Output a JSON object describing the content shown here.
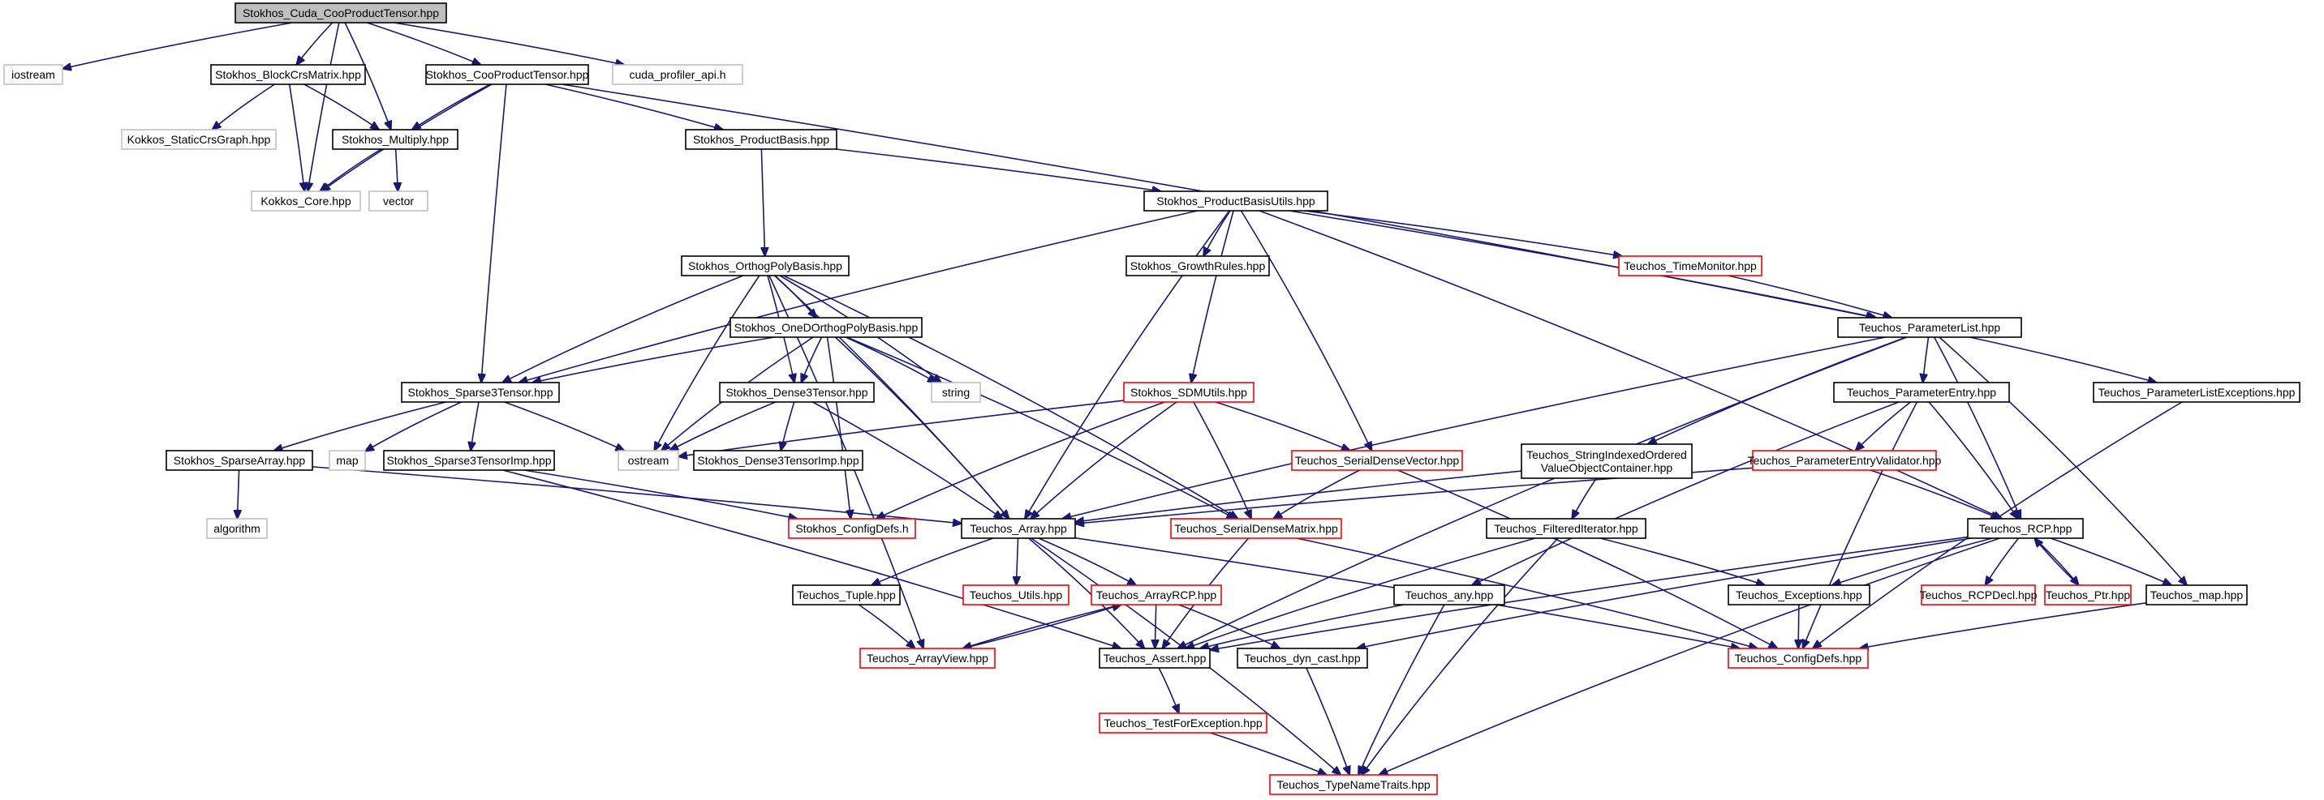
{
  "colors": {
    "edge": "#191970",
    "root_fill": "#bfbfbf",
    "border_documented": "#000000",
    "border_truncated": "#ff0000",
    "border_external": "#bfbfbf"
  },
  "nodes": [
    {
      "id": "root",
      "label": "Stokhos_Cuda_CooProductTensor.hpp",
      "kind": "root"
    },
    {
      "id": "iostream",
      "label": "iostream",
      "kind": "external"
    },
    {
      "id": "blockcrs",
      "label": "Stokhos_BlockCrsMatrix.hpp",
      "kind": "documented"
    },
    {
      "id": "cooprod",
      "label": "Stokhos_CooProductTensor.hpp",
      "kind": "documented"
    },
    {
      "id": "cudaprof",
      "label": "cuda_profiler_api.h",
      "kind": "external"
    },
    {
      "id": "staticcrs",
      "label": "Kokkos_StaticCrsGraph.hpp",
      "kind": "external"
    },
    {
      "id": "multiply",
      "label": "Stokhos_Multiply.hpp",
      "kind": "documented"
    },
    {
      "id": "kcore",
      "label": "Kokkos_Core.hpp",
      "kind": "external"
    },
    {
      "id": "vector",
      "label": "vector",
      "kind": "external"
    },
    {
      "id": "prodbasis",
      "label": "Stokhos_ProductBasis.hpp",
      "kind": "documented"
    },
    {
      "id": "pbutils",
      "label": "Stokhos_ProductBasisUtils.hpp",
      "kind": "documented"
    },
    {
      "id": "orthopoly",
      "label": "Stokhos_OrthogPolyBasis.hpp",
      "kind": "documented"
    },
    {
      "id": "growth",
      "label": "Stokhos_GrowthRules.hpp",
      "kind": "documented"
    },
    {
      "id": "timemon",
      "label": "Teuchos_TimeMonitor.hpp",
      "kind": "truncated"
    },
    {
      "id": "paramlist",
      "label": "Teuchos_ParameterList.hpp",
      "kind": "documented"
    },
    {
      "id": "onedortho",
      "label": "Stokhos_OneDOrthogPolyBasis.hpp",
      "kind": "documented"
    },
    {
      "id": "sparse3",
      "label": "Stokhos_Sparse3Tensor.hpp",
      "kind": "documented"
    },
    {
      "id": "dense3",
      "label": "Stokhos_Dense3Tensor.hpp",
      "kind": "documented"
    },
    {
      "id": "string",
      "label": "string",
      "kind": "external"
    },
    {
      "id": "sdmutils",
      "label": "Stokhos_SDMUtils.hpp",
      "kind": "truncated"
    },
    {
      "id": "paramentry",
      "label": "Teuchos_ParameterEntry.hpp",
      "kind": "documented"
    },
    {
      "id": "plexc",
      "label": "Teuchos_ParameterListExceptions.hpp",
      "kind": "documented"
    },
    {
      "id": "sparsearray",
      "label": "Stokhos_SparseArray.hpp",
      "kind": "documented"
    },
    {
      "id": "map",
      "label": "map",
      "kind": "external"
    },
    {
      "id": "sparse3imp",
      "label": "Stokhos_Sparse3TensorImp.hpp",
      "kind": "documented"
    },
    {
      "id": "ostream",
      "label": "ostream",
      "kind": "external"
    },
    {
      "id": "dense3imp",
      "label": "Stokhos_Dense3TensorImp.hpp",
      "kind": "documented"
    },
    {
      "id": "sdvector",
      "label": "Teuchos_SerialDenseVector.hpp",
      "kind": "truncated"
    },
    {
      "id": "stridx",
      "label": "Teuchos_StringIndexedOrdered\nValueObjectContainer.hpp",
      "kind": "documented"
    },
    {
      "id": "pevalid",
      "label": "Teuchos_ParameterEntryValidator.hpp",
      "kind": "truncated"
    },
    {
      "id": "algorithm",
      "label": "algorithm",
      "kind": "external"
    },
    {
      "id": "sconfig",
      "label": "Stokhos_ConfigDefs.h",
      "kind": "truncated"
    },
    {
      "id": "tarray",
      "label": "Teuchos_Array.hpp",
      "kind": "documented"
    },
    {
      "id": "sdmatrix",
      "label": "Teuchos_SerialDenseMatrix.hpp",
      "kind": "truncated"
    },
    {
      "id": "filtiter",
      "label": "Teuchos_FilteredIterator.hpp",
      "kind": "documented"
    },
    {
      "id": "rcp",
      "label": "Teuchos_RCP.hpp",
      "kind": "documented"
    },
    {
      "id": "tuple",
      "label": "Teuchos_Tuple.hpp",
      "kind": "documented"
    },
    {
      "id": "tutils",
      "label": "Teuchos_Utils.hpp",
      "kind": "truncated"
    },
    {
      "id": "arrayrcp",
      "label": "Teuchos_ArrayRCP.hpp",
      "kind": "truncated"
    },
    {
      "id": "tany",
      "label": "Teuchos_any.hpp",
      "kind": "documented"
    },
    {
      "id": "texc",
      "label": "Teuchos_Exceptions.hpp",
      "kind": "documented"
    },
    {
      "id": "rcpdecl",
      "label": "Teuchos_RCPDecl.hpp",
      "kind": "truncated"
    },
    {
      "id": "tptr",
      "label": "Teuchos_Ptr.hpp",
      "kind": "truncated"
    },
    {
      "id": "tmap",
      "label": "Teuchos_map.hpp",
      "kind": "documented"
    },
    {
      "id": "arrayview",
      "label": "Teuchos_ArrayView.hpp",
      "kind": "truncated"
    },
    {
      "id": "tassert",
      "label": "Teuchos_Assert.hpp",
      "kind": "documented"
    },
    {
      "id": "dyncast",
      "label": "Teuchos_dyn_cast.hpp",
      "kind": "documented"
    },
    {
      "id": "tconfig",
      "label": "Teuchos_ConfigDefs.hpp",
      "kind": "truncated"
    },
    {
      "id": "testexc",
      "label": "Teuchos_TestForException.hpp",
      "kind": "truncated"
    },
    {
      "id": "typename",
      "label": "Teuchos_TypeNameTraits.hpp",
      "kind": "truncated"
    }
  ]
}
